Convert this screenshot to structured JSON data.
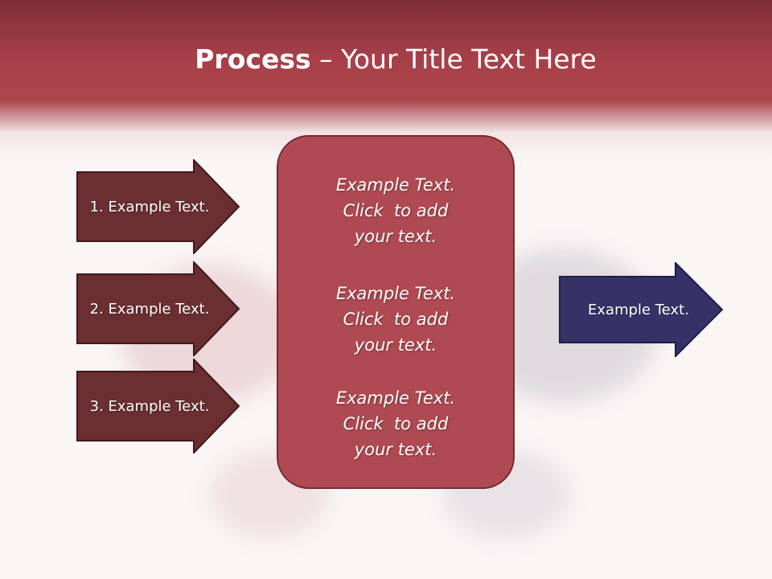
{
  "title": {
    "bold": "Process",
    "rest": " – Your Title Text Here"
  },
  "steps": [
    {
      "label": "1. Example Text."
    },
    {
      "label": "2. Example Text."
    },
    {
      "label": "3. Example Text."
    }
  ],
  "center_box": {
    "blocks": [
      {
        "lines": [
          "Example Text.",
          "Click  to add",
          "your text."
        ]
      },
      {
        "lines": [
          "Example Text.",
          "Click  to add",
          "your text."
        ]
      },
      {
        "lines": [
          "Example Text.",
          "Click  to add",
          "your text."
        ]
      }
    ]
  },
  "output": {
    "label": "Example Text."
  },
  "colors": {
    "header": "#a63f48",
    "step_arrow_fill": "#6b2e31",
    "center_box_fill": "#b04a52",
    "output_arrow_fill": "#343266"
  }
}
